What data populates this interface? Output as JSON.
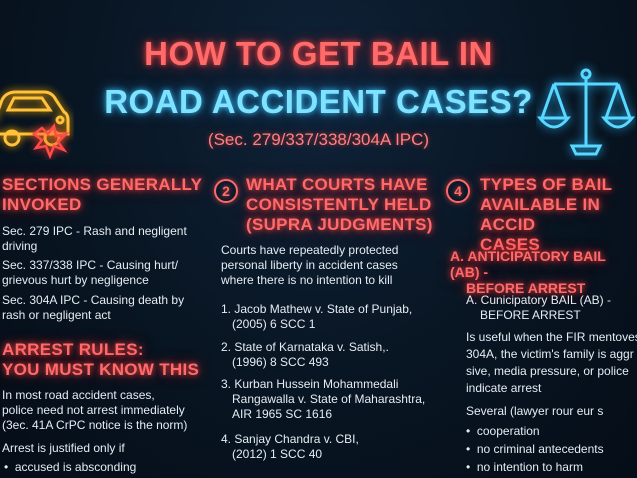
{
  "header": {
    "title_line1": "HOW TO GET BAIL IN",
    "title_line2": "ROAD ACCIDENT CASES?",
    "subtitle": "(Sec. 279/337/338/304A IPC)"
  },
  "icons": {
    "left": "car-crash-icon",
    "right": "scales-of-justice-icon",
    "accent_red": "#ff6a6a",
    "accent_cyan": "#7fe3ff"
  },
  "col1": {
    "heading_line1": "SECTIONS GENERALLY",
    "heading_line2": "INVOKED",
    "items": [
      [
        "Sec. 279 IPC - Rash and negligent",
        "driving"
      ],
      [
        "Sec. 337/338 IPC - Causing hurt/",
        "grievous hurt by negligence"
      ],
      [
        "Sec. 304A IPC - Causing death by",
        "rash or negligent act"
      ]
    ],
    "arrest_heading_line1": "ARREST RULES:",
    "arrest_heading_line2": "YOU MUST KNOW THIS",
    "arrest_lines": [
      "In most road accident cases,",
      "police need not arrest immediately",
      "(3ec. 41A CrPC notice is the norm)"
    ],
    "justified_line": "Arrest is justified only if",
    "bullets": [
      "accused is absconding"
    ]
  },
  "col2": {
    "number": "2",
    "heading_line1": "WHAT COURTS HAVE",
    "heading_line2": "CONSISTENTLY HELD",
    "heading_line3": "(SUPRA JUDGMENTS)",
    "intro": [
      "Courts have repeatedly protected",
      "personal liberty in accident cases",
      "where there is no intention to kill"
    ],
    "cases": [
      [
        "1. Jacob Mathew v. State of Punjab,",
        "(2005) 6 SCC 1"
      ],
      [
        "2. State of Karnataka v. Satish,.",
        "(1996) 8 SCC 493"
      ],
      [
        "3. Kurban Hussein Mohammedali",
        "Rangawalla v. State of Maharashtra,",
        "AIR 1965 SC 1616"
      ],
      [
        "4. Sanjay Chandra v. CBI,",
        "(2012) 1 SCC 40"
      ]
    ]
  },
  "col3": {
    "number": "4",
    "heading_line1": "TYPES OF BAIL",
    "heading_line2": "AVAILABLE IN ACCID",
    "heading_line3": "CASES",
    "sub_heading_line1": "A. ANTICIPATORY BAIL (AB) -",
    "sub_heading_line2": "BEFORE ARREST",
    "inner_heading_line1": "A. Cunicipatory BAIL (AB) -",
    "inner_heading_line2": "BEFORE ARREST",
    "para": [
      "Is useful when the FIR mentoves",
      "304A, the victim's family is aggr",
      "sive, media pressure, or police",
      "indicate arrest"
    ],
    "several": "Several (lawyer rour eur s",
    "bullets": [
      "cooperation",
      "no criminal antecedents",
      "no intention to harm"
    ]
  }
}
